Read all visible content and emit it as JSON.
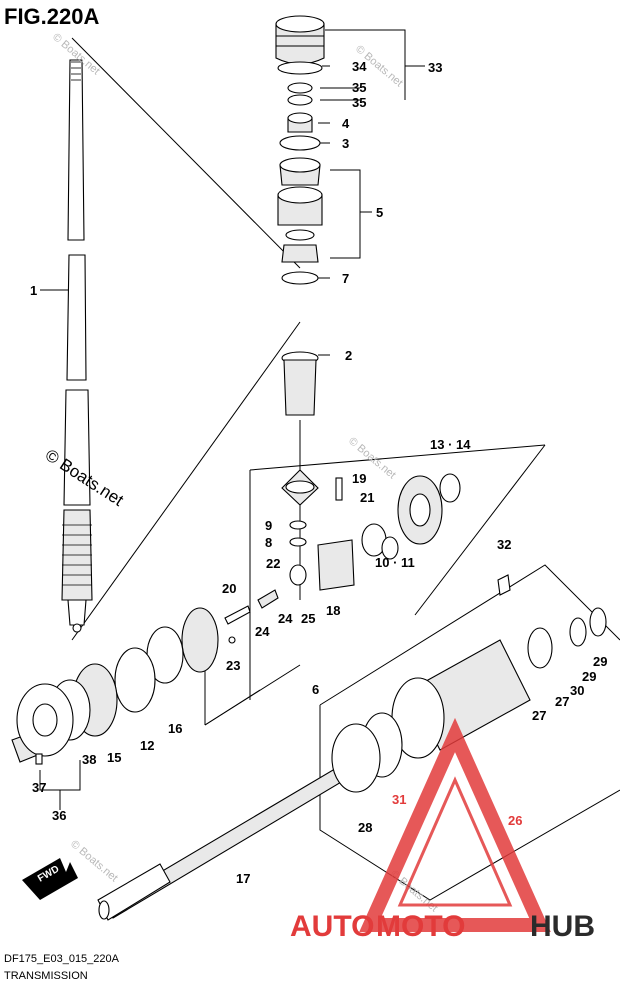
{
  "figure": {
    "title": "FIG.220A",
    "code": "DF175_E03_015_220A",
    "section": "TRANSMISSION"
  },
  "watermark": {
    "main": "© Boats.net",
    "faint": "© Boats.net"
  },
  "logo": {
    "part1": "AUTO",
    "part2": "MOTO",
    "part3": "HUB",
    "colors": {
      "red": "#e23b3b",
      "dark": "#2b2b2b",
      "outline": "#e23b3b"
    }
  },
  "fwd_label": "FWD",
  "callouts": {
    "c1": "1",
    "c2": "2",
    "c3": "3",
    "c4": "4",
    "c5": "5",
    "c6": "6",
    "c7": "7",
    "c8": "8",
    "c9": "9",
    "c10_11": "10 · 11",
    "c12": "12",
    "c13_14": "13 · 14",
    "c15": "15",
    "c16": "16",
    "c17": "17",
    "c18": "18",
    "c19": "19",
    "c20": "20",
    "c21": "21",
    "c22": "22",
    "c23": "23",
    "c24a": "24",
    "c24b": "24",
    "c25": "25",
    "c26": "26",
    "c27a": "27",
    "c27b": "27",
    "c28": "28",
    "c29a": "29",
    "c29b": "29",
    "c30": "30",
    "c31": "31",
    "c32": "32",
    "c33": "33",
    "c34": "34",
    "c35a": "35",
    "c35b": "35",
    "c36": "36",
    "c37": "37",
    "c38": "38"
  }
}
